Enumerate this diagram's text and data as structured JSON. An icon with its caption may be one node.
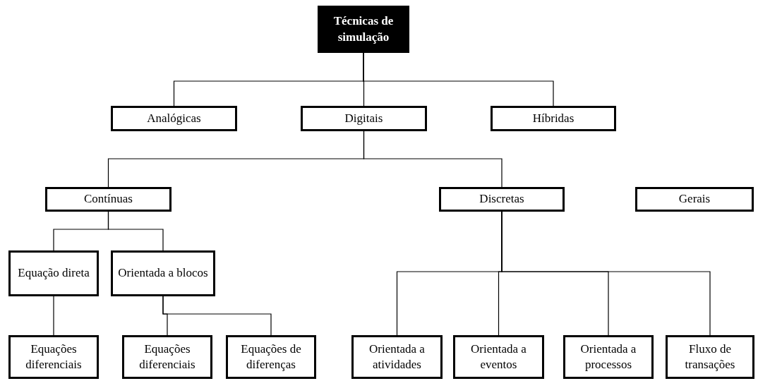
{
  "diagram": {
    "nodes": [
      {
        "text": [
          "Técnicas de simulação"
        ]
      },
      {
        "text": [
          "Analógicas"
        ]
      },
      {
        "text": [
          "Digitais"
        ]
      },
      {
        "text": [
          "Híbridas"
        ]
      },
      {
        "text": [
          "Contínuas"
        ]
      },
      {
        "text": [
          "Discretas"
        ]
      },
      {
        "text": [
          "Gerais"
        ]
      },
      {
        "text": [
          "Equação direta"
        ]
      },
      {
        "text": [
          "Orientada a blocos"
        ]
      },
      {
        "text": [
          "Equações diferenciais"
        ]
      },
      {
        "text": [
          "Equações diferenciais"
        ]
      },
      {
        "text": [
          "Equações de diferenças"
        ]
      },
      {
        "text": [
          "Orientada a atividades"
        ]
      },
      {
        "text": [
          "Orientada a eventos"
        ]
      },
      {
        "text": [
          "Orientada a processos"
        ]
      },
      {
        "text": [
          "Fluxo de transações"
        ]
      }
    ],
    "edges": [
      {
        "from": 0,
        "to": 1,
        "arrow": "none"
      },
      {
        "from": 0,
        "to": 2,
        "arrow": "none"
      },
      {
        "from": 0,
        "to": 3,
        "arrow": "none"
      },
      {
        "from": 2,
        "to": 4,
        "arrow": "none"
      },
      {
        "from": 2,
        "to": 5,
        "arrow": "none"
      },
      {
        "from": 4,
        "to": 7,
        "arrow": "none"
      },
      {
        "from": 4,
        "to": 8,
        "arrow": "none"
      },
      {
        "from": 7,
        "to": 9,
        "arrow": "none"
      },
      {
        "from": 8,
        "to": 10,
        "arrow": "none"
      },
      {
        "from": 8,
        "to": 11,
        "arrow": "none"
      },
      {
        "from": 5,
        "to": 12,
        "arrow": "none"
      },
      {
        "from": 5,
        "to": 13,
        "arrow": "none"
      },
      {
        "from": 5,
        "to": 14,
        "arrow": "none"
      },
      {
        "from": 5,
        "to": 15,
        "arrow": "none"
      }
    ]
  }
}
